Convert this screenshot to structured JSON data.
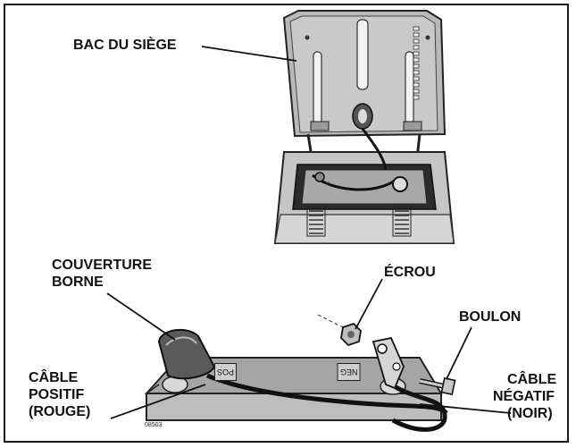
{
  "labels": {
    "seat_pan": "BAC DU SIÈGE",
    "terminal_cover_1": "COUVERTURE",
    "terminal_cover_2": "BORNE",
    "nut": "ÉCROU",
    "bolt": "BOULON",
    "pos_cable_1": "CÂBLE",
    "pos_cable_2": "POSITIF",
    "pos_cable_3": "(ROUGE)",
    "neg_cable_1": "CÂBLE",
    "neg_cable_2": "NÉGATIF",
    "neg_cable_3": "(NOIR)"
  },
  "battery": {
    "pos_mark": "POS",
    "neg_mark": "NEG"
  },
  "figure_ref": "08503"
}
